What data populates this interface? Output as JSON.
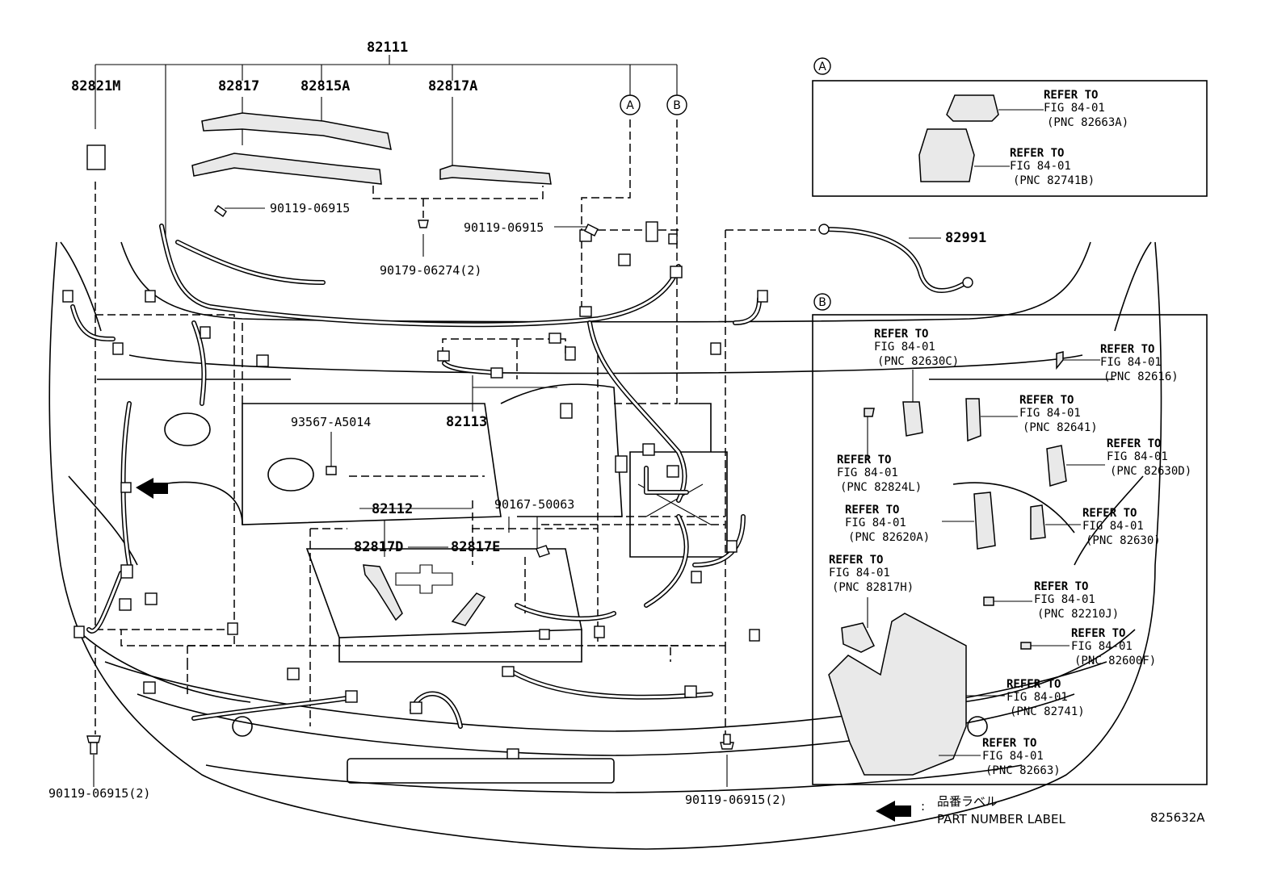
{
  "labels": {
    "top_assembly": "82111",
    "left_top": "82821M",
    "pn_82817": "82817",
    "pn_82815A": "82815A",
    "pn_82817A": "82817A",
    "bolt_left": "90119-06915",
    "bolt_right": "90119-06915",
    "clip": "90179-06274(2)",
    "cable": "82991",
    "pn_82113": "82113",
    "pn_93567": "93567-A5014",
    "pn_82112": "82112",
    "pn_90167": "90167-50063",
    "pn_82817D": "82817D",
    "pn_82817E": "82817E",
    "bolt_bottom_left": "90119-06915(2)",
    "bolt_bottom_right": "90119-06915(2)",
    "diagram_id": "825632A"
  },
  "callouts": {
    "a": "A",
    "b": "B"
  },
  "legend": {
    "japanese": "品番ラベル",
    "english": "PART NUMBER LABEL",
    "separator": ":"
  },
  "box_a": {
    "refs": [
      {
        "l1": "REFER TO",
        "l2": "FIG 84-01",
        "l3": "(PNC 82663A)"
      },
      {
        "l1": "REFER TO",
        "l2": "FIG 84-01",
        "l3": "(PNC 82741B)"
      }
    ]
  },
  "box_b": {
    "refs": [
      {
        "l1": "REFER TO",
        "l2": "FIG 84-01",
        "l3": "(PNC 82630C)"
      },
      {
        "l1": "REFER TO",
        "l2": "FIG 84-01",
        "l3": "(PNC 82616)"
      },
      {
        "l1": "REFER TO",
        "l2": "FIG 84-01",
        "l3": "(PNC 82641)"
      },
      {
        "l1": "REFER TO",
        "l2": "FIG 84-01",
        "l3": "(PNC 82824L)"
      },
      {
        "l1": "REFER TO",
        "l2": "FIG 84-01",
        "l3": "(PNC 82630D)"
      },
      {
        "l1": "REFER TO",
        "l2": "FIG 84-01",
        "l3": "(PNC 82620A)"
      },
      {
        "l1": "REFER TO",
        "l2": "FIG 84-01",
        "l3": "(PNC 82630)"
      },
      {
        "l1": "REFER TO",
        "l2": "FIG 84-01",
        "l3": "(PNC 82817H)"
      },
      {
        "l1": "REFER TO",
        "l2": "FIG 84-01",
        "l3": "(PNC 82210J)"
      },
      {
        "l1": "REFER TO",
        "l2": "FIG 84-01",
        "l3": "(PNC 82600F)"
      },
      {
        "l1": "REFER TO",
        "l2": "FIG 84-01",
        "l3": "(PNC 82741)"
      },
      {
        "l1": "REFER TO",
        "l2": "FIG 84-01",
        "l3": "(PNC 82663)"
      }
    ]
  }
}
